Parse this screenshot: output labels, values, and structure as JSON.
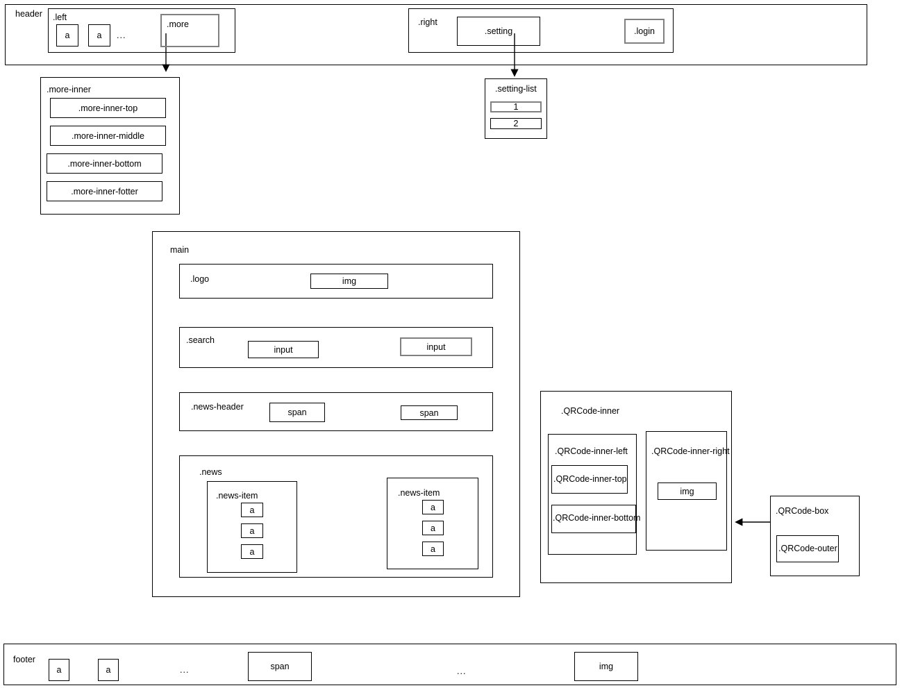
{
  "diagram": {
    "title": "HTML page structure wireframe diagram",
    "stroke_color": "#000000",
    "accent_color": "#808080",
    "background_color": "#ffffff",
    "ellipsis": "..."
  },
  "header": {
    "label": "header",
    "left": {
      "label": ".left",
      "links": [
        {
          "label": "a"
        },
        {
          "label": "a"
        }
      ],
      "ellipsis": "...",
      "more": {
        "label": ".more",
        "highlighted": true
      }
    },
    "right": {
      "label": ".right",
      "setting": {
        "label": ".setting"
      },
      "login": {
        "label": ".login",
        "highlighted": true
      }
    }
  },
  "more_inner": {
    "label": ".more-inner",
    "items": [
      {
        "label": ".more-inner-top"
      },
      {
        "label": ".more-inner-middle"
      },
      {
        "label": ".more-inner-bottom"
      },
      {
        "label": ".more-inner-fotter"
      }
    ]
  },
  "setting_list": {
    "label": ".setting-list",
    "items": [
      {
        "label": "1",
        "highlighted": true
      },
      {
        "label": "2",
        "highlighted": false
      }
    ]
  },
  "main": {
    "label": "main",
    "logo": {
      "label": ".logo",
      "img": "img"
    },
    "search": {
      "label": ".search",
      "inputs": [
        {
          "label": "input",
          "highlighted": false
        },
        {
          "label": "input",
          "highlighted": true
        }
      ]
    },
    "news_header": {
      "label": ".news-header",
      "spans": [
        {
          "label": "span"
        },
        {
          "label": "span"
        }
      ]
    },
    "news": {
      "label": ".news",
      "items": [
        {
          "label": ".news-item",
          "links": [
            "a",
            "a",
            "a"
          ]
        },
        {
          "label": ".news-item",
          "links": [
            "a",
            "a",
            "a"
          ]
        }
      ]
    }
  },
  "qrcode_inner": {
    "label": ".QRCode-inner",
    "left": {
      "label": ".QRCode-inner-left",
      "top": {
        "label": ".QRCode-inner-top"
      },
      "bottom": {
        "label": ".QRCode-inner-bottom"
      }
    },
    "right": {
      "label": ".QRCode-inner-right",
      "img": "img"
    }
  },
  "qrcode_box": {
    "label": ".QRCode-box",
    "outer": {
      "label": ".QRCode-outer"
    }
  },
  "footer": {
    "label": "footer",
    "links": [
      {
        "label": "a"
      },
      {
        "label": "a"
      }
    ],
    "ellipsis_1": "...",
    "span": {
      "label": "span"
    },
    "ellipsis_2": "...",
    "img": {
      "label": "img"
    }
  }
}
